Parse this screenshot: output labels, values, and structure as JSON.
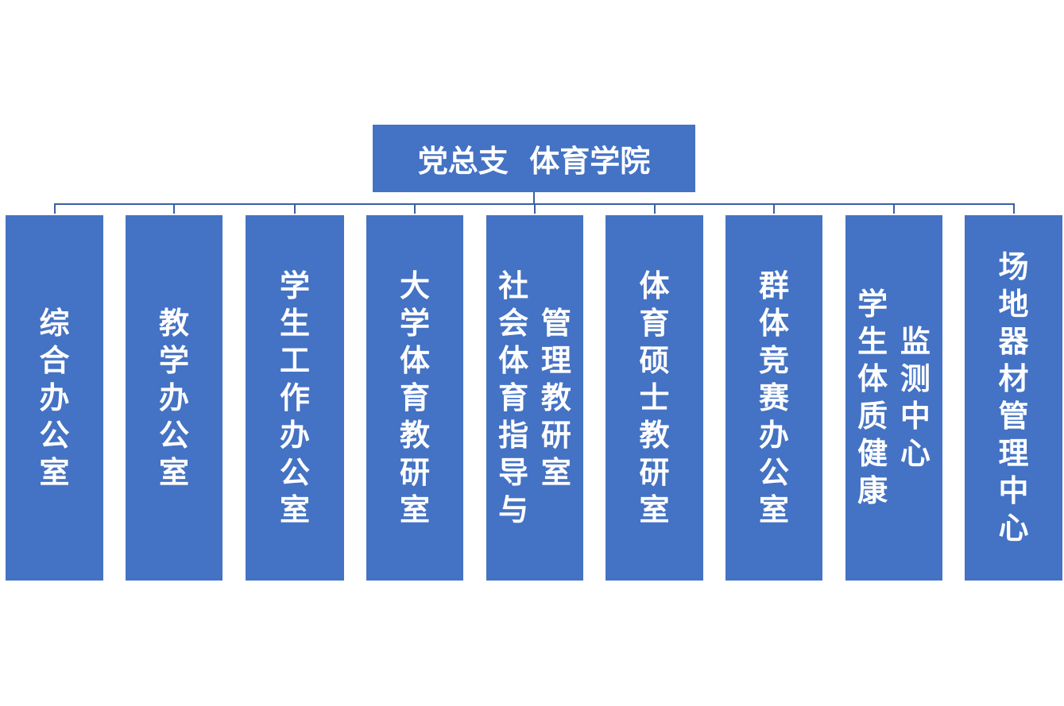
{
  "root": {
    "label": "党总支  体育学院"
  },
  "departments": [
    {
      "columns": [
        "综合办公室"
      ]
    },
    {
      "columns": [
        "教学办公室"
      ]
    },
    {
      "columns": [
        "学生工作办公室"
      ]
    },
    {
      "columns": [
        "大学体育教研室"
      ]
    },
    {
      "columns": [
        "社会体育指导与",
        "管理教研室"
      ]
    },
    {
      "columns": [
        "体育硕士教研室"
      ]
    },
    {
      "columns": [
        "群体竞赛办公室"
      ]
    },
    {
      "columns": [
        "学生体质健康",
        "监测中心"
      ]
    },
    {
      "columns": [
        "场地器材管理中心"
      ]
    }
  ],
  "colors": {
    "box": "#4472c4",
    "line": "#3a5ea8",
    "text": "#ffffff"
  }
}
